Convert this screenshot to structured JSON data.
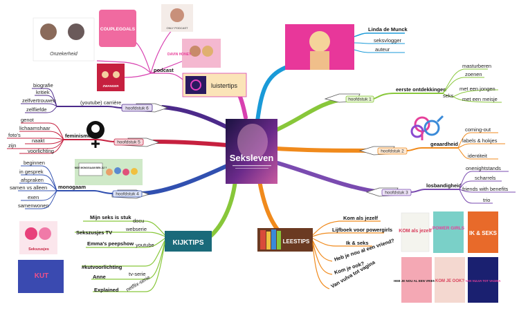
{
  "center": {
    "title": "Seksleven",
    "cover_colors": [
      "#1a1240",
      "#6a2a8a",
      "#c85aa0"
    ]
  },
  "colors": {
    "blue": "#1a9ad8",
    "green": "#88c73a",
    "orange": "#f08a1c",
    "purple": "#7a4bb0",
    "darkblue": "#3150b0",
    "red": "#c6203f",
    "magenta": "#d840b0",
    "darkpurple": "#4c2a8a"
  },
  "author": {
    "name": "Linda de Munck",
    "roles": [
      "seksvlogger",
      "auteur"
    ]
  },
  "ch1": {
    "pill": "hoofdstuk 1",
    "title": "eerste ontdekkingen",
    "items": [
      "masturberen",
      "zoenen",
      "seks",
      "met een jongen",
      "met een meisje"
    ]
  },
  "ch2": {
    "pill": "hoofdstuk 2",
    "title": "geaardheid",
    "items": [
      "coming-out",
      "labels & hokjes",
      "identiteit"
    ]
  },
  "ch3": {
    "pill": "hoofdstuk 3",
    "title": "losbandigheid",
    "items": [
      "onenightstands",
      "scharrels",
      "friends with benefits",
      "trio"
    ]
  },
  "ch4": {
    "pill": "hoofdstuk 4",
    "title": "monogaam",
    "items": [
      "beginnen",
      "in gesprek",
      "afspraken",
      "samen vs alleen",
      "exen",
      "samenwonen"
    ],
    "image_caption": "MOE MONOGAAM BEN JIJ ?"
  },
  "ch5": {
    "pill": "hoofdstuk 5",
    "title": "feminisme",
    "items": [
      "genot",
      "lichaamshaar",
      "foto's",
      "naakt",
      "zijn",
      "voorlichting"
    ]
  },
  "ch6": {
    "pill": "hoofdstuk 6",
    "title": "(youtube) carrière",
    "items": [
      "biografie",
      "kritiek",
      "zelfvertrouwen",
      "zelfliefde"
    ]
  },
  "podcast": {
    "label": "podcast",
    "tile": "luistertips",
    "covers": [
      "Onzekerheid",
      "COUPLEGOALS",
      "ONLY PODCAST",
      "DAVIN HONEY",
      "ZWANGER"
    ]
  },
  "kijktips": {
    "tile": "KIJKTIPS",
    "items": [
      {
        "title": "Mijn seks is stuk",
        "kind": "docu"
      },
      {
        "title": "Sekszusjes TV",
        "kind": "webserie"
      },
      {
        "title": "Emma's peepshow",
        "kind": "youtube"
      },
      {
        "title": "#kutvoorlichting",
        "kind": ""
      },
      {
        "title": "Anne",
        "kind": "tv-serie"
      },
      {
        "title": "Explained",
        "kind": "netflix-serie"
      }
    ],
    "thumbs": [
      "Sekszusjes",
      "KUT"
    ]
  },
  "leestips": {
    "tile": "LEESTIPS",
    "items": [
      "Kom als jezelf",
      "Lijfboek voor powergirls",
      "Ik & seks",
      "Heb je nou al een vriend?",
      "Kom je ook?",
      "Van vulva tot vagina"
    ],
    "books": [
      "KOM als jezelf",
      "POWER GIRLS",
      "IK & SEKS",
      "HEB JE NOU AL EEN VRIEND?",
      "KOM JE OOK?",
      "VAN VULVA TOT VAGINA"
    ]
  }
}
